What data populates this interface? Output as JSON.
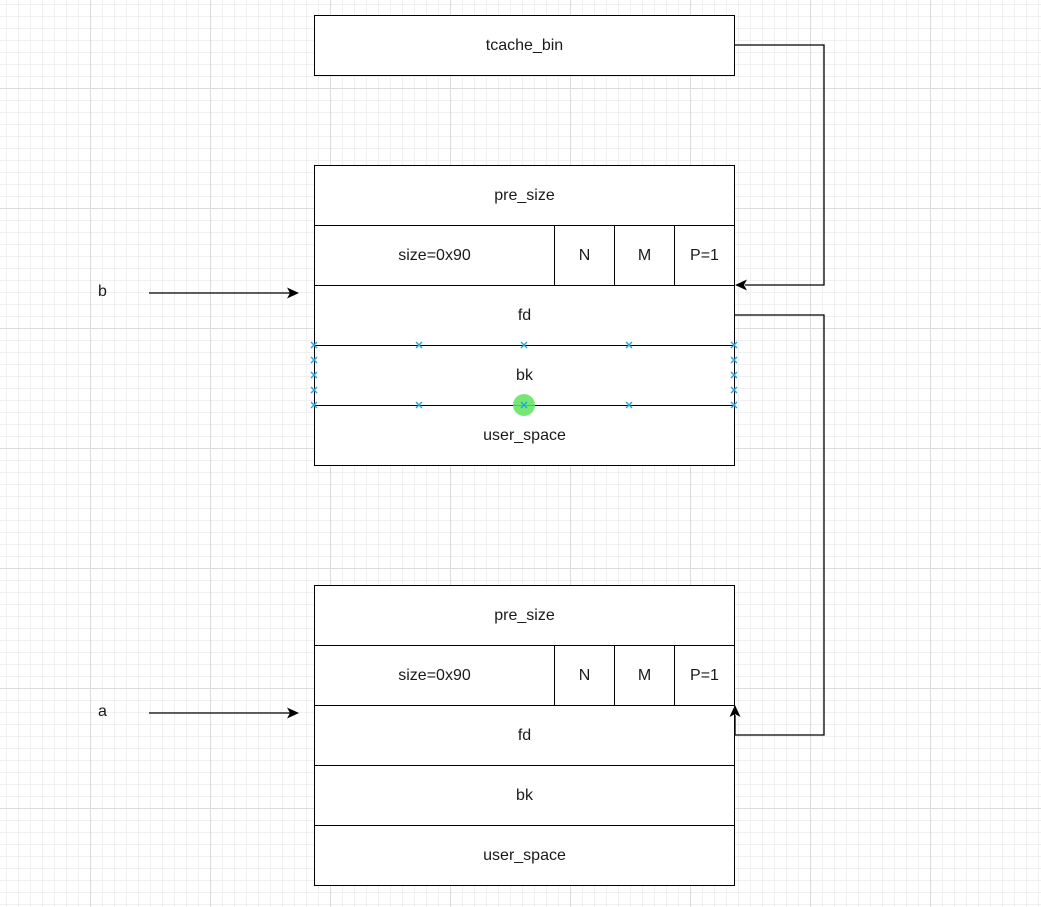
{
  "tcache_bin": {
    "label": "tcache_bin"
  },
  "chunk_b": {
    "pointer_label": "b",
    "pre_size": "pre_size",
    "size": "size=0x90",
    "flag_n": "N",
    "flag_m": "M",
    "flag_p": "P=1",
    "fd": "fd",
    "bk": "bk",
    "user_space": "user_space"
  },
  "chunk_a": {
    "pointer_label": "a",
    "pre_size": "pre_size",
    "size": "size=0x90",
    "flag_n": "N",
    "flag_m": "M",
    "flag_p": "P=1",
    "fd": "fd",
    "bk": "bk",
    "user_space": "user_space"
  },
  "colors": {
    "stroke": "#000000",
    "selection_handle": "#29a3e0",
    "hover_dot": "#5de35d",
    "grid": "#dcdcdc"
  }
}
